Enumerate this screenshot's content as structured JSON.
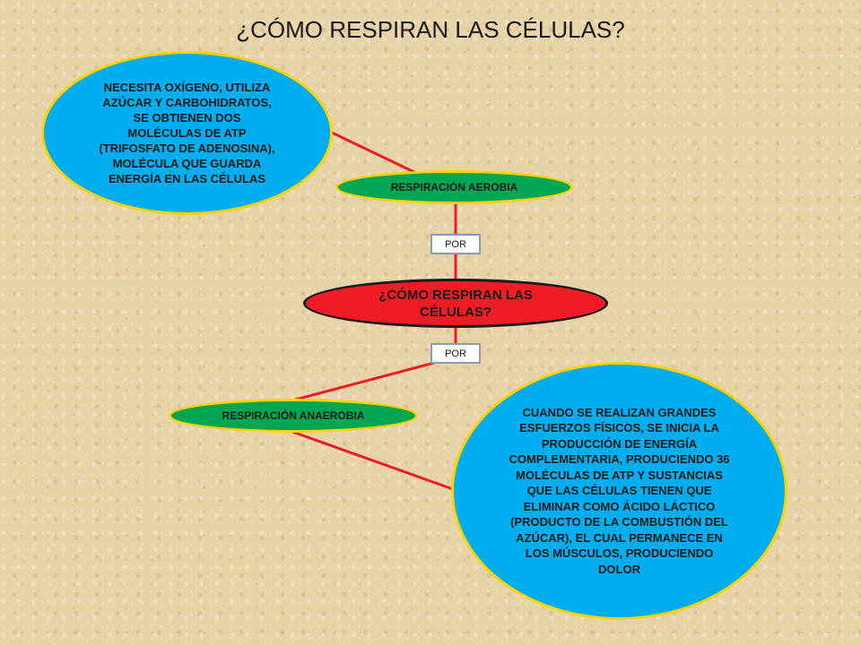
{
  "title": "¿CÓMO RESPIRAN LAS CÉLULAS?",
  "center_node": "¿CÓMO RESPIRAN LAS CÉLULAS?",
  "connectors": {
    "top": "POR",
    "bottom": "POR"
  },
  "aerobic": {
    "label": "RESPIRACIÓN AEROBIA",
    "description": "NECESITA OXÍGENO, UTILIZA AZÚCAR Y CARBOHIDRATOS, SE OBTIENEN DOS MOLÉCULAS DE ATP (TRIFOSFATO DE ADENOSINA), MOLÉCULA QUE GUARDA ENERGÍA EN LAS CÉLULAS"
  },
  "anaerobic": {
    "label": "RESPIRACIÓN ANAEROBIA",
    "description": "CUANDO SE REALIZAN GRANDES ESFUERZOS FÍSICOS, SE INICIA LA PRODUCCIÓN DE ENERGÍA COMPLEMENTARIA, PRODUCIENDO 36 MOLÉCULAS DE ATP Y SUSTANCIAS QUE LAS CÉLULAS TIENEN QUE ELIMINAR COMO ÁCIDO LÁCTICO (PRODUCTO DE LA COMBUSTIÓN DEL AZÚCAR), EL CUAL PERMANECE EN LOS MÚSCULOS, PRODUCIENDO DOLOR"
  },
  "colors": {
    "line": "#ee1c24",
    "description_fill": "#00aeef",
    "node_fill": "#00a651",
    "center_fill": "#ee1c24",
    "outline": "#ffd200"
  }
}
